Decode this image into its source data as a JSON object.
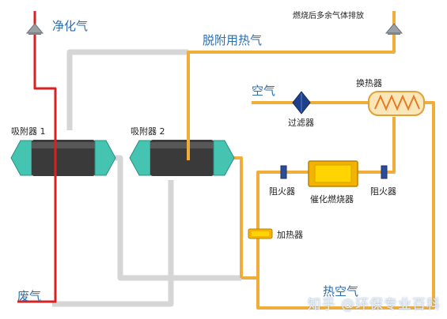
{
  "labels": {
    "clean_gas": "净化气",
    "exhaust_out": "燃烧后多余气体排放",
    "desorption_hot_gas": "脱附用热气",
    "air": "空气",
    "heat_exchanger": "换热器",
    "filter": "过滤器",
    "adsorber1": "吸附器 1",
    "adsorber2": "吸附器 2",
    "flame_arrester_left": "阻火器",
    "catalytic_burner": "催化燃烧器",
    "flame_arrester_right": "阻火器",
    "heater": "加热器",
    "waste_gas": "废气",
    "bottom_partial": "热空气"
  },
  "watermark": "知乎 @环保专业百科",
  "colors": {
    "red_pipe": "#d92121",
    "orange_pipe": "#f0ad3a",
    "gray_pipe": "#d3d3d3",
    "label_blue": "#2a6fb0",
    "adsorber_body": "#3a3a3a",
    "adsorber_cap": "#46c4b2"
  }
}
